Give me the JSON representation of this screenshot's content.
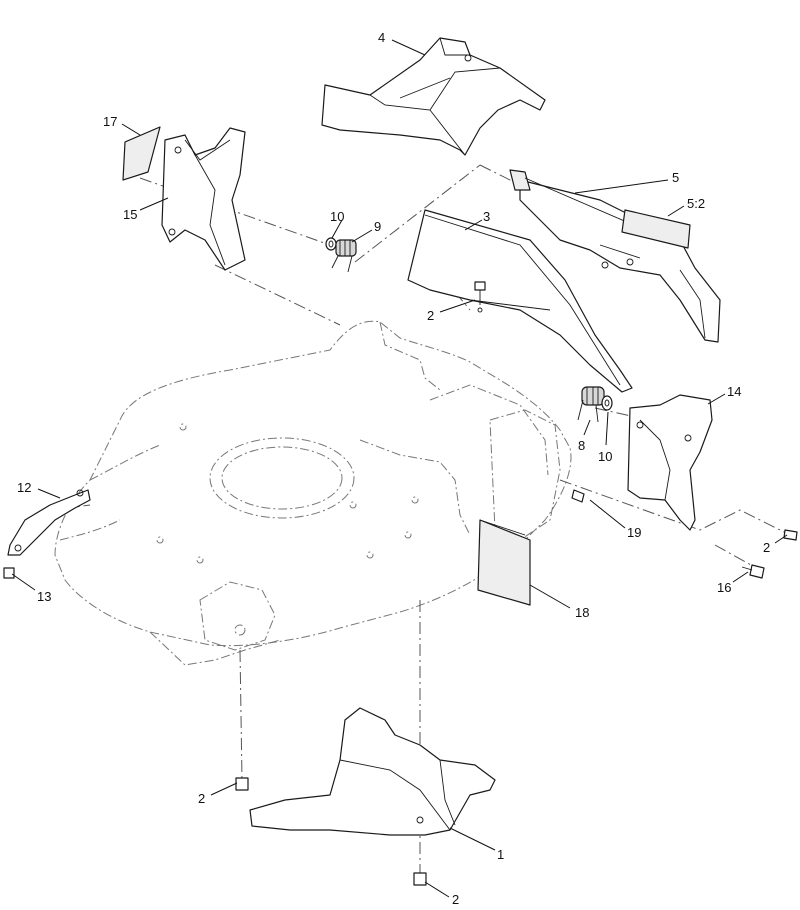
{
  "diagram": {
    "callouts": [
      {
        "id": "c4",
        "label": "4"
      },
      {
        "id": "c17",
        "label": "17"
      },
      {
        "id": "c15",
        "label": "15"
      },
      {
        "id": "c10a",
        "label": "10"
      },
      {
        "id": "c9",
        "label": "9"
      },
      {
        "id": "c5",
        "label": "5"
      },
      {
        "id": "c52",
        "label": "5:2"
      },
      {
        "id": "c3",
        "label": "3"
      },
      {
        "id": "c2a",
        "label": "2"
      },
      {
        "id": "c14",
        "label": "14"
      },
      {
        "id": "c8",
        "label": "8"
      },
      {
        "id": "c10b",
        "label": "10"
      },
      {
        "id": "c12",
        "label": "12"
      },
      {
        "id": "c13",
        "label": "13"
      },
      {
        "id": "c19",
        "label": "19"
      },
      {
        "id": "c2b",
        "label": "2"
      },
      {
        "id": "c16",
        "label": "16"
      },
      {
        "id": "c18",
        "label": "18"
      },
      {
        "id": "c2c",
        "label": "2"
      },
      {
        "id": "c1",
        "label": "1"
      },
      {
        "id": "c2d",
        "label": "2"
      }
    ]
  }
}
